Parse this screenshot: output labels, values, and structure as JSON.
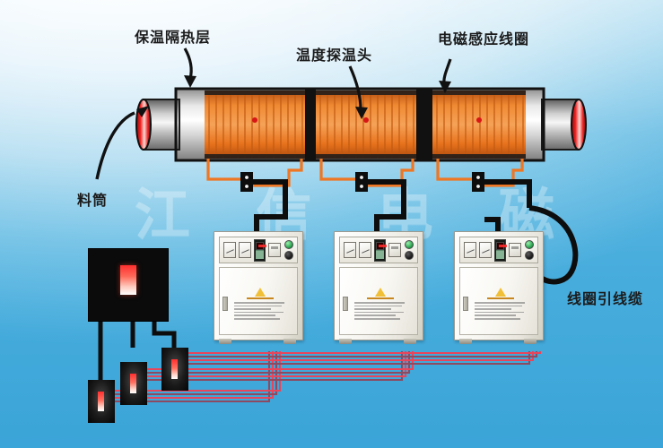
{
  "diagram": {
    "title_watermark": [
      "江",
      "信",
      "电",
      "磁"
    ],
    "labels": {
      "insulation": "保温隔热层",
      "temperature_probe": "温度探温头",
      "induction_coil": "电磁感应线圈",
      "barrel": "料筒",
      "coil_lead_cable": "线圈引线缆"
    },
    "colors": {
      "coil_orange": "#ef7622",
      "barrel_gray": "#9a9a9a",
      "end_cap_red": "#e02020",
      "cable_black": "#0d0d0d",
      "cable_red": "#e8455a",
      "background_blue": "#4aaedd",
      "label_text": "#1b1b1b"
    },
    "coil_groups": 3,
    "junction_boxes": 3,
    "cabinets": [
      {
        "id": "cabinet-1",
        "meters": 2,
        "controller_display": "digital",
        "indicator_lamps": [
          "green",
          "black"
        ]
      },
      {
        "id": "cabinet-2",
        "meters": 2,
        "controller_display": "digital",
        "indicator_lamps": [
          "green",
          "black"
        ]
      },
      {
        "id": "cabinet-3",
        "meters": 2,
        "controller_display": "digital",
        "indicator_lamps": [
          "green",
          "black"
        ]
      }
    ],
    "relay_boxes": 3,
    "power_distribution_box": {
      "indicator": "red-slot"
    }
  }
}
